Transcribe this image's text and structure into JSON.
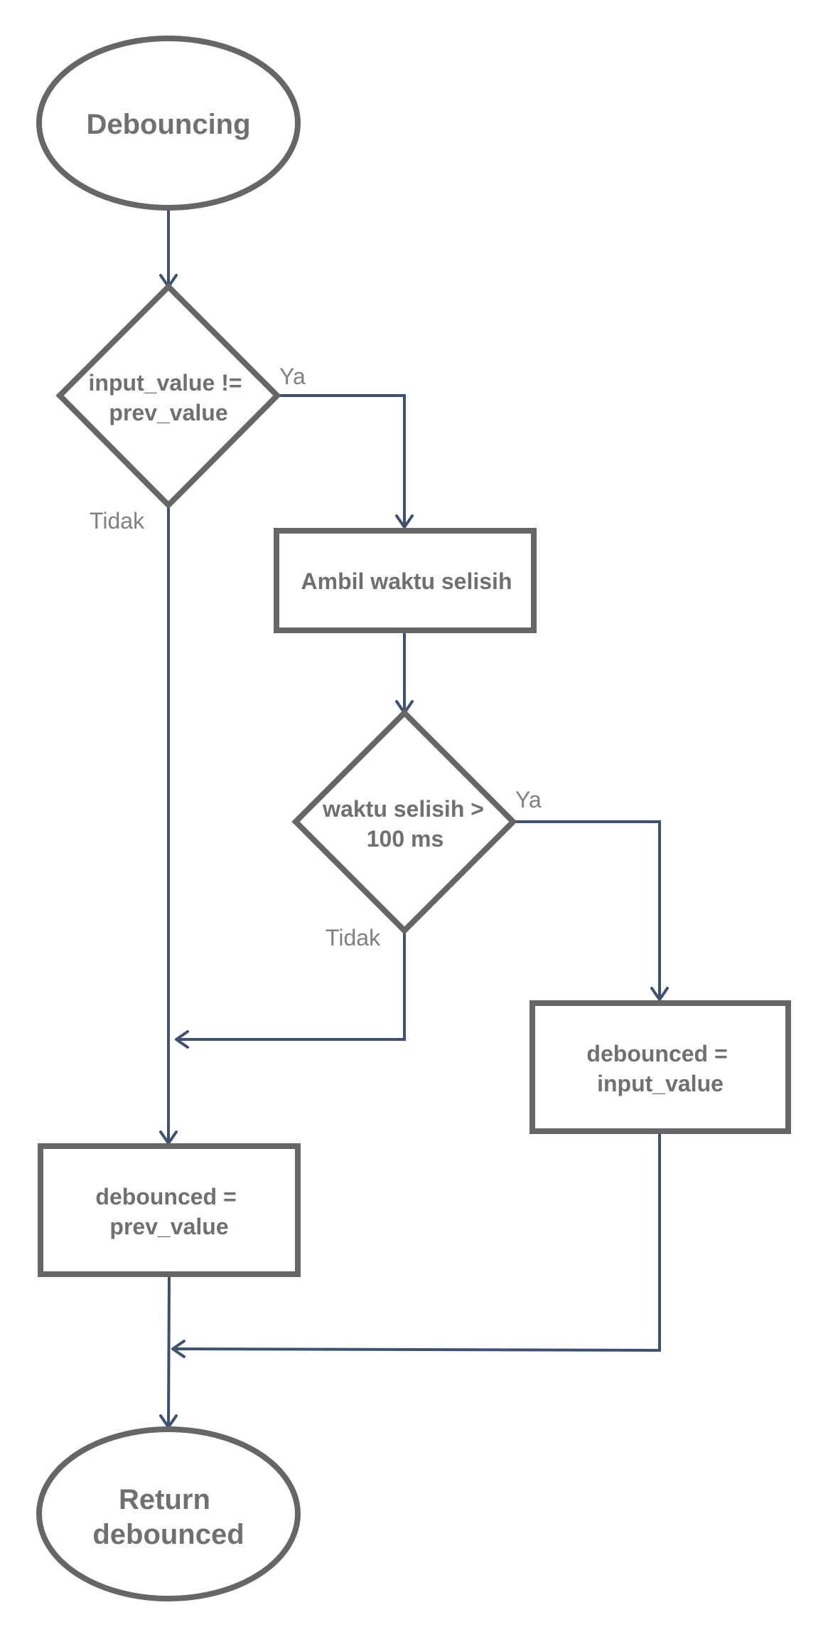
{
  "diagram": {
    "nodes": {
      "start": {
        "lines": [
          "Debouncing"
        ]
      },
      "decision1": {
        "lines": [
          "input_value !=",
          "prev_value"
        ]
      },
      "process1": {
        "lines": [
          "Ambil waktu selisih"
        ]
      },
      "decision2": {
        "lines": [
          "waktu selisih >",
          "100 ms"
        ]
      },
      "process_right": {
        "lines": [
          "debounced =",
          "input_value"
        ]
      },
      "process_left": {
        "lines": [
          "debounced =",
          "prev_value"
        ]
      },
      "end": {
        "lines": [
          "Return",
          "debounced"
        ]
      }
    },
    "edges": {
      "d1_yes": "Ya",
      "d1_no": "Tidak",
      "d2_yes": "Ya",
      "d2_no": "Tidak"
    },
    "colors": {
      "shape_stroke": "#666666",
      "connector": "#3f5170",
      "text": "#707070",
      "edge_label": "#808080"
    }
  }
}
